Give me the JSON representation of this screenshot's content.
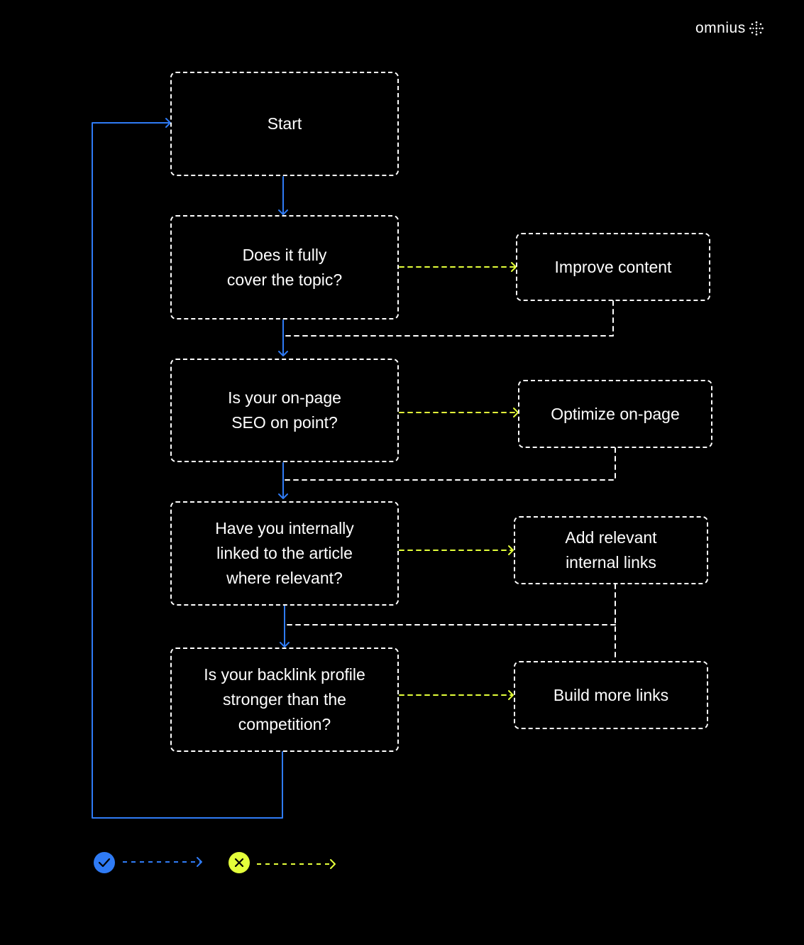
{
  "brand": {
    "name": "omnius",
    "logo_icon": "sparkle-dots-icon"
  },
  "colors": {
    "background": "#000000",
    "yes_path": "#2f7bf5",
    "no_path": "#e4ff3a",
    "box_border": "#ffffff",
    "text": "#ffffff"
  },
  "flow": {
    "start": "Start",
    "q1": "Does it fully\ncover the topic?",
    "q2": "Is your on-page\nSEO on point?",
    "q3": "Have you internally\nlinked to the article\nwhere relevant?",
    "q4": "Is your backlink profile\nstronger than the\ncompetition?",
    "a1": "Improve content",
    "a2": "Optimize on-page",
    "a3": "Add relevant\ninternal links",
    "a4": "Build more links"
  },
  "legend": [
    {
      "icon": "check-circle-icon",
      "meaning": "yes",
      "color": "#2f7bf5"
    },
    {
      "icon": "x-circle-icon",
      "meaning": "no",
      "color": "#e4ff3a"
    }
  ]
}
